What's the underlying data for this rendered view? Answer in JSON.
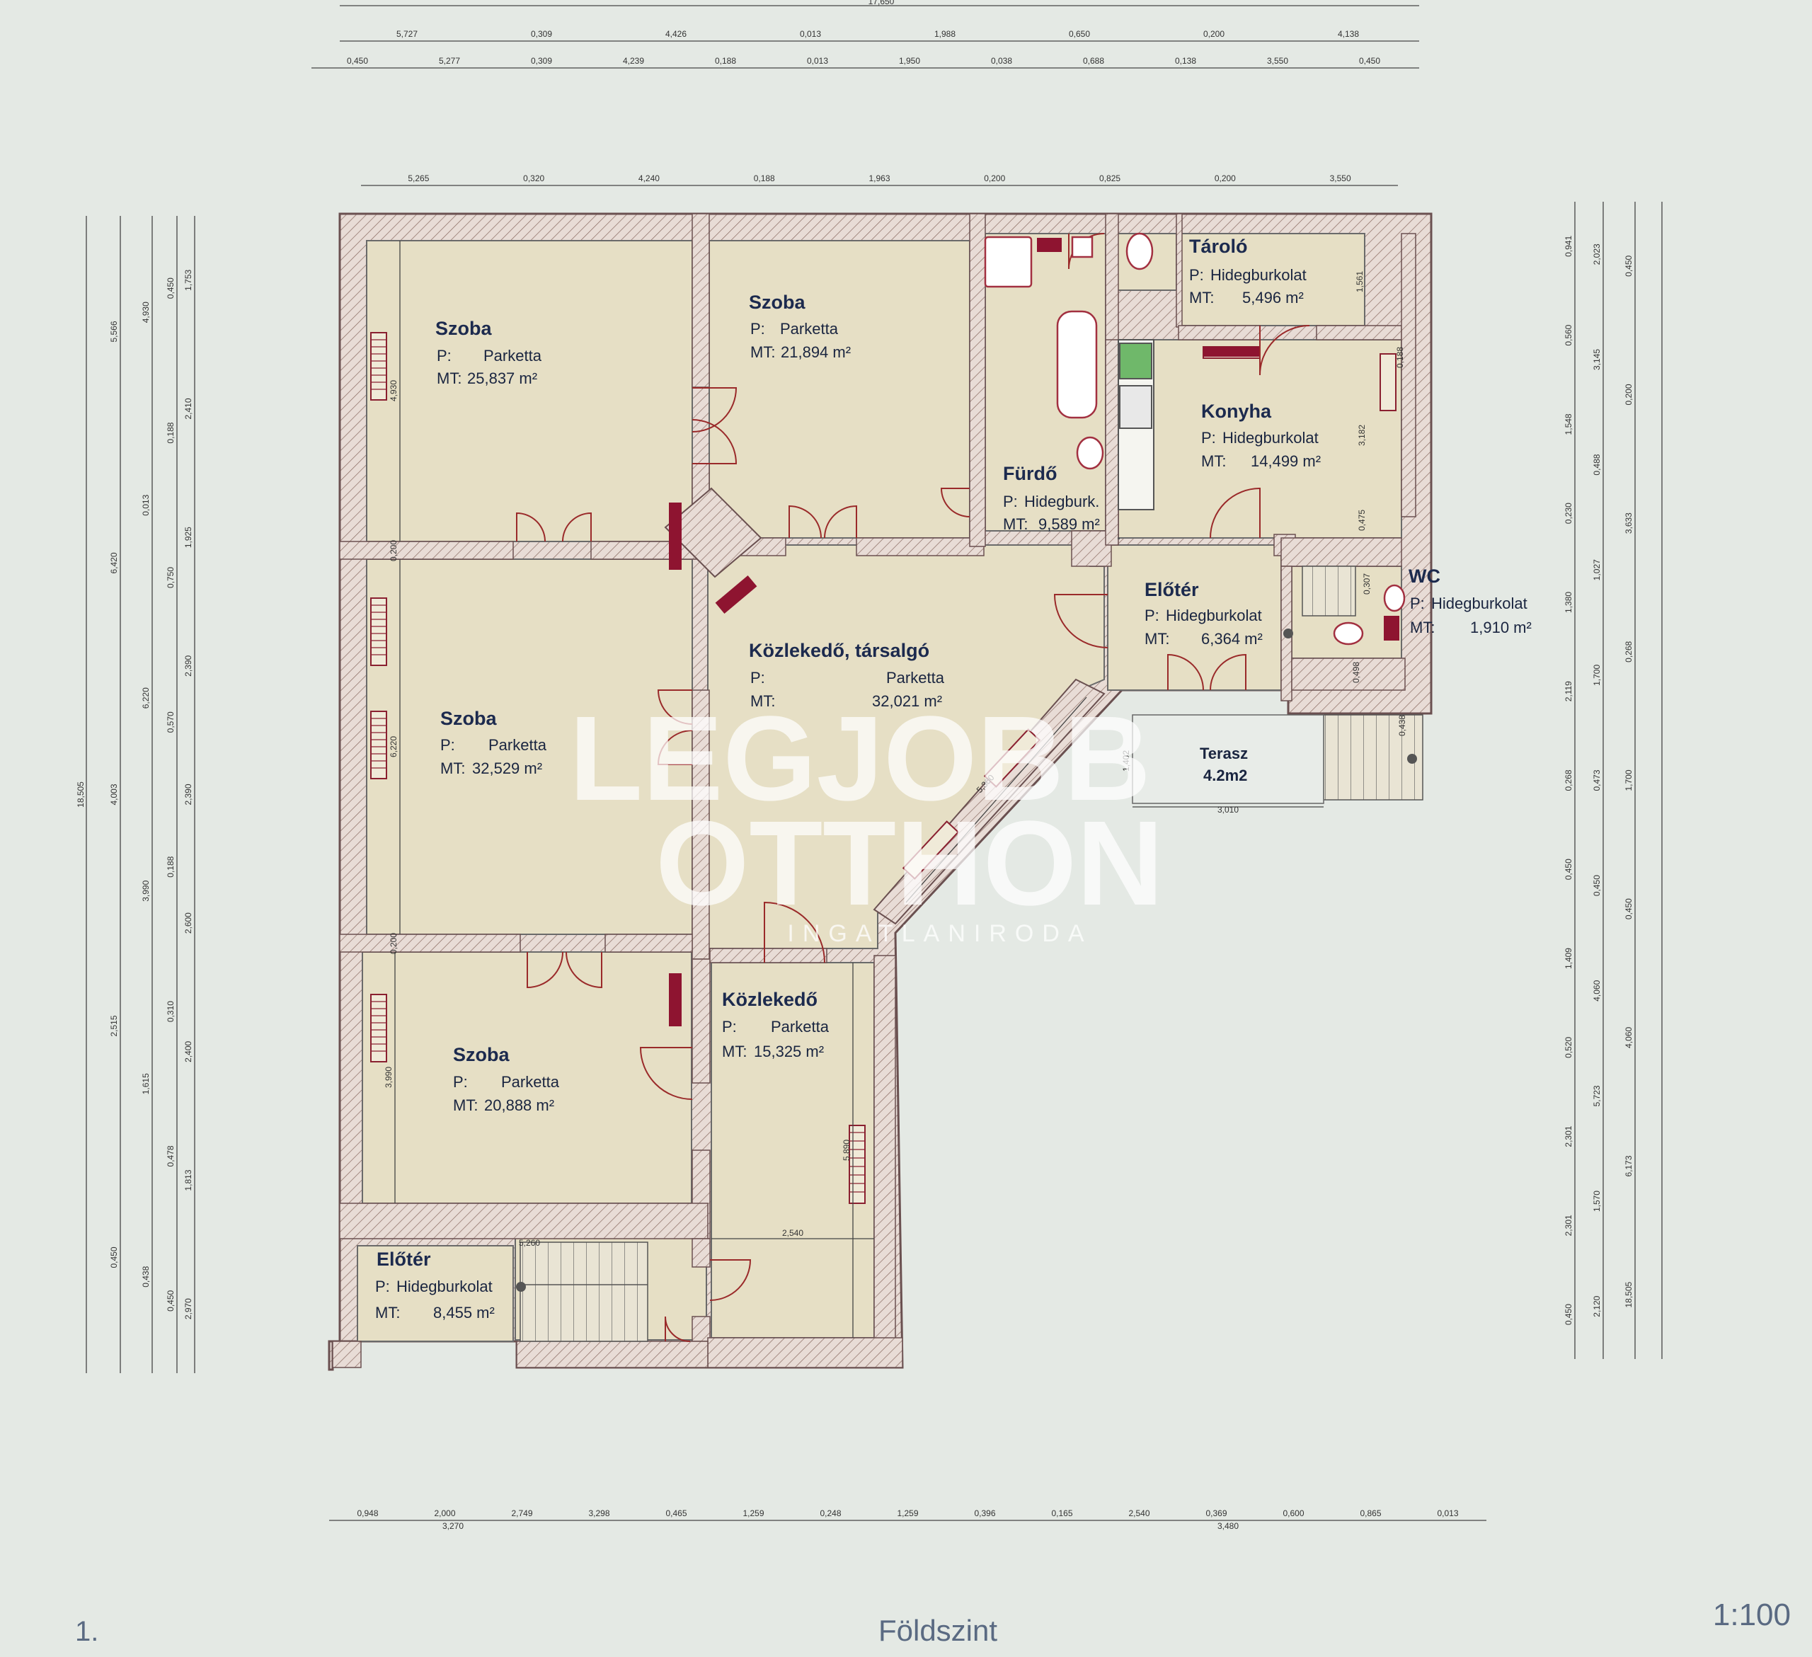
{
  "plan": {
    "title": "Földszint",
    "sheet_number": "1.",
    "scale": "1:100",
    "rooms": [
      {
        "name": "Szoba",
        "floor_prefix": "P:",
        "floor": "Parketta",
        "area_prefix": "MT:",
        "area": "25,837 m²"
      },
      {
        "name": "Szoba",
        "floor_prefix": "P:",
        "floor": "Parketta",
        "area_prefix": "MT:",
        "area": "21,894 m²"
      },
      {
        "name": "Tároló",
        "floor_prefix": "P:",
        "floor": "Hidegburkolat",
        "area_prefix": "MT:",
        "area": "5,496 m²"
      },
      {
        "name": "Konyha",
        "floor_prefix": "P:",
        "floor": "Hidegburkolat",
        "area_prefix": "MT:",
        "area": "14,499 m²"
      },
      {
        "name": "Fürdő",
        "floor_prefix": "P:",
        "floor": "Hidegburk.",
        "area_prefix": "MT:",
        "area": "9,589 m²"
      },
      {
        "name": "Előtér",
        "floor_prefix": "P:",
        "floor": "Hidegburkolat",
        "area_prefix": "MT:",
        "area": "6,364 m²"
      },
      {
        "name": "WC",
        "floor_prefix": "P:",
        "floor": "Hidegburkolat",
        "area_prefix": "MT:",
        "area": "1,910 m²"
      },
      {
        "name": "Közlekedő, társalgó",
        "floor_prefix": "P:",
        "floor": "Parketta",
        "area_prefix": "MT:",
        "area": "32,021 m²"
      },
      {
        "name": "Szoba",
        "floor_prefix": "P:",
        "floor": "Parketta",
        "area_prefix": "MT:",
        "area": "32,529 m²"
      },
      {
        "name": "Szoba",
        "floor_prefix": "P:",
        "floor": "Parketta",
        "area_prefix": "MT:",
        "area": "20,888 m²"
      },
      {
        "name": "Közlekedő",
        "floor_prefix": "P:",
        "floor": "Parketta",
        "area_prefix": "MT:",
        "area": "15,325 m²"
      },
      {
        "name": "Előtér",
        "floor_prefix": "P:",
        "floor": "Hidegburkolat",
        "area_prefix": "MT:",
        "area": "8,455 m²"
      }
    ],
    "terrace": {
      "name": "Terasz",
      "area": "4.2m2"
    },
    "dimensions": {
      "top_total": "17,650",
      "top_row1": [
        "5,727",
        "0,309",
        "4,426",
        "0,013",
        "1,988",
        "0,650",
        "0,200",
        "4,138"
      ],
      "top_row2": [
        "0,450",
        "5,277",
        "0,309",
        "4,239",
        "0,188",
        "0,013",
        "1,950",
        "0,038",
        "0,688",
        "0,138",
        "3,550",
        "0,450"
      ],
      "top_row3": [
        "5,265",
        "0,320",
        "4,240",
        "0,188",
        "1,963",
        "0,200",
        "0,825",
        "0,200",
        "3,550"
      ],
      "bottom_row": [
        "0,948",
        "2,000",
        "2,749",
        "3,298",
        "0,465",
        "1,259",
        "0,248",
        "1,259",
        "0,396",
        "0,165",
        "2,540",
        "0,369",
        "0,600",
        "0,865",
        "0,013"
      ],
      "bottom_row_sub": [
        "3,270",
        "3,480"
      ],
      "left_col1": [
        "18,505"
      ],
      "left_col2": [
        "5,566",
        "6,420",
        "4,003",
        "2,515",
        "0,450"
      ],
      "left_col3": [
        "4,930",
        "0,013",
        "6,220",
        "3,990",
        "1,615",
        "0,438"
      ],
      "left_col4": [
        "0,450",
        "0,188",
        "0,750",
        "0,570",
        "0,188",
        "0,310",
        "0,478",
        "0,450"
      ],
      "left_col5": [
        "1,753",
        "2,410",
        "1,925",
        "2,390",
        "2,390",
        "2,600",
        "2,400",
        "1,813",
        "2,970"
      ],
      "right_col1": [
        "0,941",
        "0,560",
        "1,548",
        "0,230",
        "1,380",
        "2,119",
        "0,268",
        "0,450",
        "1,409",
        "0,520",
        "2,301",
        "2,301",
        "0,450"
      ],
      "right_col2": [
        "2,023",
        "3,145",
        "0,488",
        "1,027",
        "1,700",
        "0,473",
        "0,450",
        "4,060",
        "5,723",
        "1,570",
        "2,120"
      ],
      "right_col3": [
        "0,450",
        "0,200",
        "3,633",
        "0,268",
        "1,700",
        "0,450",
        "4,060",
        "6,173",
        "18,505"
      ],
      "inner": [
        "4,930",
        "6,220",
        "3,990",
        "0,200",
        "0,200",
        "5,890",
        "2,540",
        "5,260",
        "1,561",
        "3,182",
        "0,475",
        "0,498",
        "0,438",
        "1,402",
        "3,010",
        "5,300",
        "0,188",
        "0,307"
      ]
    }
  },
  "watermark": {
    "line1": "LEGJOBB",
    "line2": "OTTHON",
    "tagline": "INGATLANIRODA"
  },
  "colors": {
    "paper": "#e4e9e4",
    "room_fill": "#e6dfc5",
    "wall": "#7a7a7a",
    "furniture": "#8e1430",
    "text": "#1c2a4e"
  }
}
